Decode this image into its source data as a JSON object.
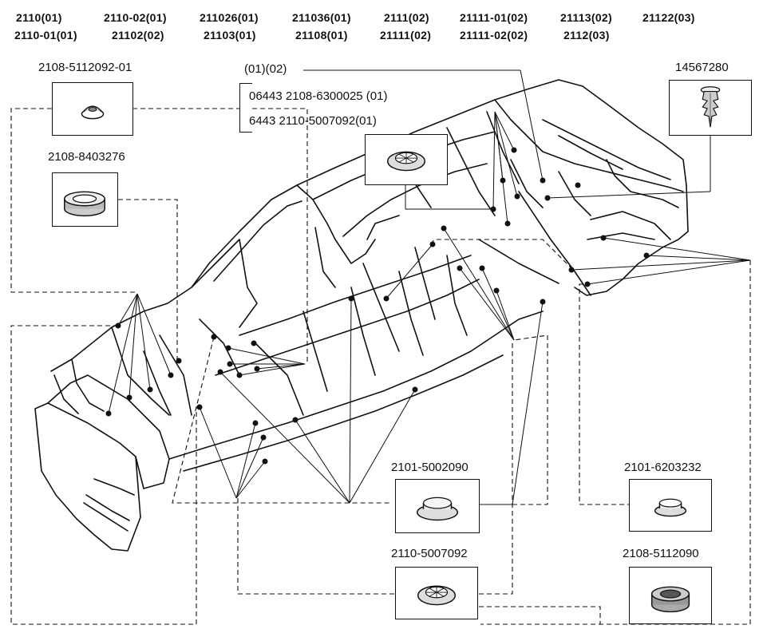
{
  "header_codes": [
    [
      "2110(01)",
      "2110-01(01)"
    ],
    [
      "2110-02(01)",
      "21102(02)"
    ],
    [
      "211026(01)",
      "21103(01)"
    ],
    [
      "211036(01)",
      "21108(01)"
    ],
    [
      "2111(02)",
      "21111(02)"
    ],
    [
      "21111-01(02)",
      "21111-02(02)"
    ],
    [
      "21113(02)",
      "2112(03)"
    ],
    [
      "21122(03)",
      ""
    ]
  ],
  "callout_01_02": "(01)(02)",
  "ref_line_1": "06443 2108-6300025 (01)",
  "ref_line_2": "6443 2110-5007092(01)",
  "parts": {
    "p1": "2108-5112092-01",
    "p2": "2108-8403276",
    "p3": "14567280",
    "p4": "2101-5002090",
    "p5": "2101-6203232",
    "p6": "2110-5007092",
    "p7": "2108-5112090"
  },
  "icons": [
    "plug-icon",
    "grommet-icon",
    "push-clip-icon",
    "plug-icon",
    "plug-icon",
    "vented-plug-icon",
    "grommet-icon",
    "vented-plug-icon"
  ]
}
